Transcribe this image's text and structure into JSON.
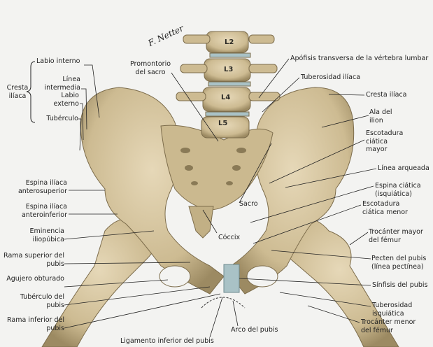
{
  "signature": "F. Netter",
  "vertebrae": [
    "L2",
    "L3",
    "L4",
    "L5"
  ],
  "left_labels": {
    "cresta_group": "Cresta ilíaca",
    "labio_interno": "Labio interno",
    "linea_intermedia": "Línea intermedia",
    "labio_externo": "Labio externo",
    "tuberculo": "Tubérculo",
    "espina_anterosuperior": "Espina ilíaca anterosuperior",
    "espina_anteroinferior": "Espina ilíaca anteroinferior",
    "eminencia": "Eminencia iliopúbica",
    "rama_superior": "Rama superior del pubis",
    "agujero": "Agujero obturado",
    "tuberculo_pubis": "Tubérculo del pubis",
    "rama_inferior": "Rama inferior del pubis"
  },
  "center_labels": {
    "promontorio": "Promontorio del sacro",
    "sacro": "Sacro",
    "coccix": "Cóccix",
    "arco": "Arco del pubis",
    "ligamento": "Ligamento inferior del pubis"
  },
  "right_labels": {
    "apofisis": "Apófisis transversa de la vértebra lumbar",
    "tuberosidad_iliaca": "Tuberosidad ilíaca",
    "cresta_iliaca": "Cresta ilíaca",
    "ala": "Ala del ilion",
    "escotadura_mayor": "Escotadura ciática mayor",
    "linea_arqueada": "Línea arqueada",
    "espina_ciatica": "Espina ciática (isquiática)",
    "escotadura_menor": "Escotadura ciática menor",
    "trocanter_mayor": "Trocánter mayor del fémur",
    "pecten": "Pecten del pubis (línea pectínea)",
    "sinfisis": "Sínfisis del pubis",
    "tuberosidad_isquiatica": "Tuberosidad isquiática",
    "trocanter_menor": "Trocánter menor del fémur"
  }
}
